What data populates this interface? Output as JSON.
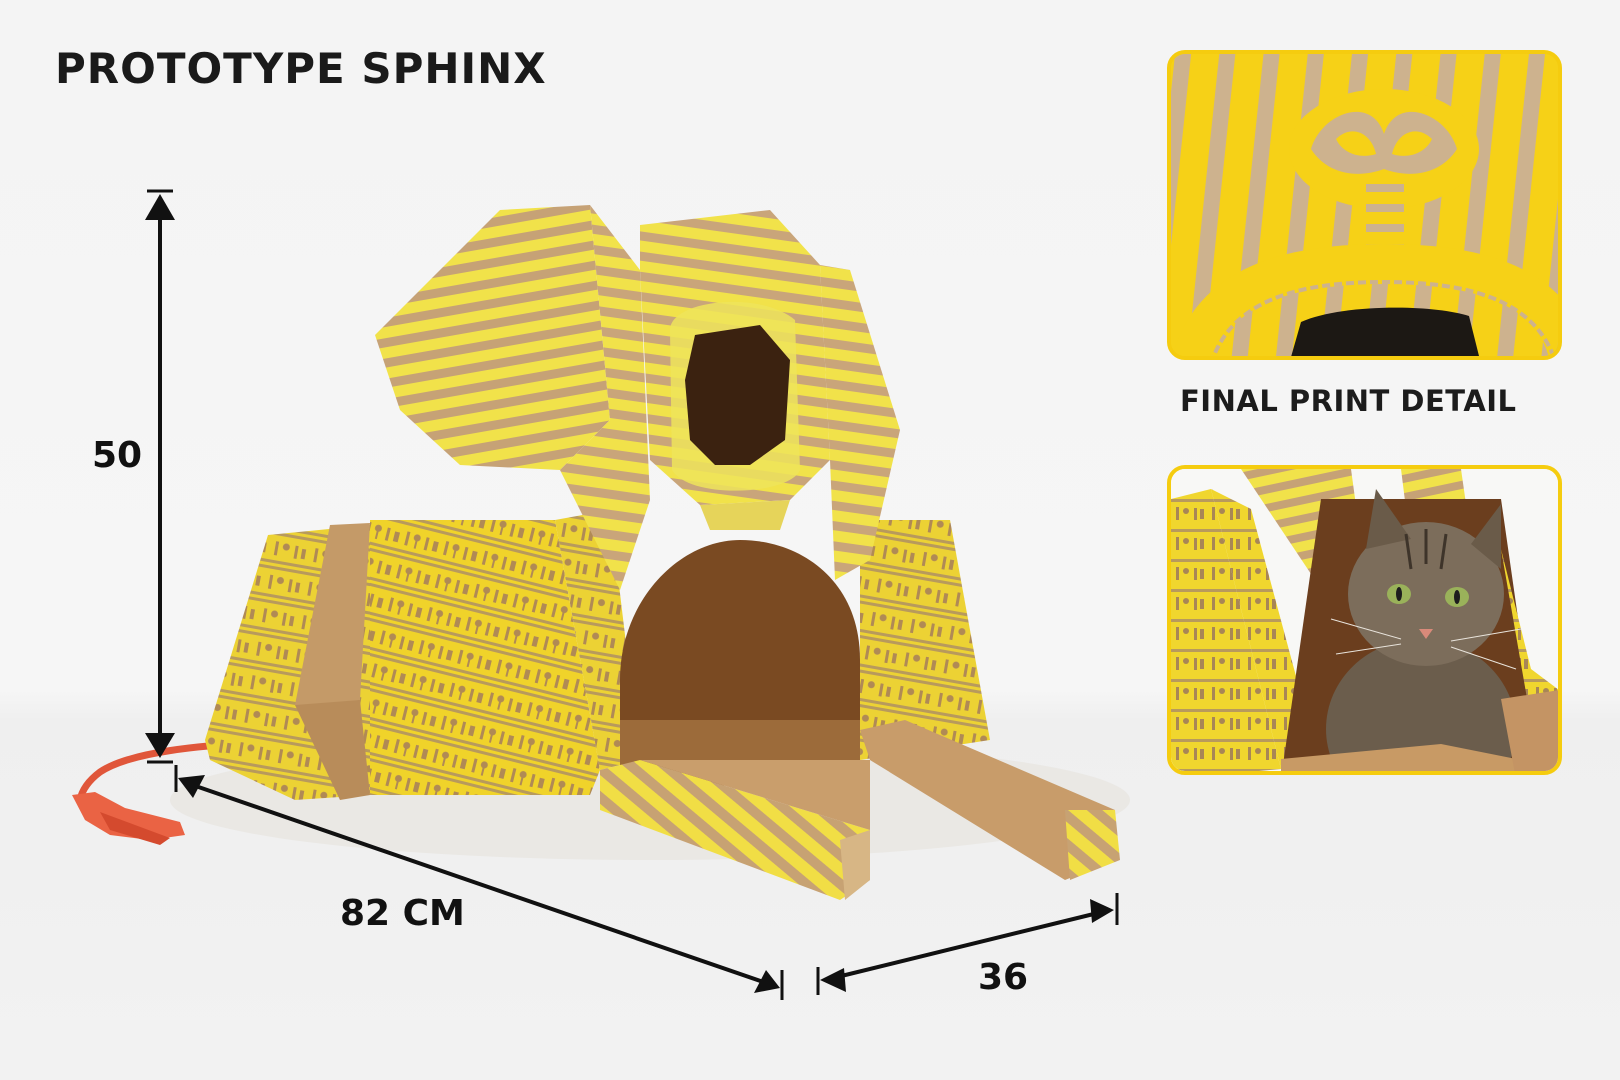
{
  "title": "PROTOTYPE SPHINX",
  "dimensions": {
    "height": "50",
    "length": "82 CM",
    "width": "36"
  },
  "detail_panel": {
    "caption": "FINAL PRINT DETAIL",
    "subject": "cobra-headdress-print"
  },
  "cat_panel": {
    "subject": "tabby-cat-inside-sphinx"
  },
  "colors": {
    "accent_yellow": "#f5cc0f",
    "print_yellow": "#f0de3c",
    "cardboard": "#c8a070",
    "arrow": "#111111",
    "rope": "#e2583a"
  }
}
